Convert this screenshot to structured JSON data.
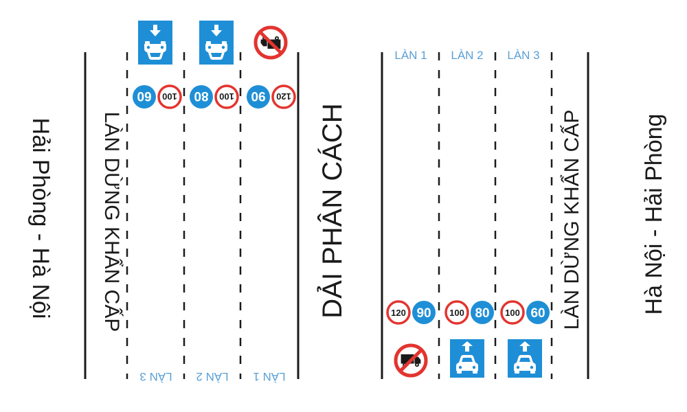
{
  "colors": {
    "line": "#1a1a1a",
    "sign_blue": "#1e8fd6",
    "sign_red": "#e3342f",
    "lane_label": "#5a9fd4"
  },
  "left_direction": {
    "route_label": "Hải Phòng - Hà Nội",
    "shoulder_label": "LÀN DỪNG KHẨN CẤP",
    "lanes": [
      {
        "label": "LÀN 3",
        "min_speed": "60",
        "max_speed": "100",
        "sign": "car-lane-icon"
      },
      {
        "label": "LÀN 2",
        "min_speed": "80",
        "max_speed": "100",
        "sign": "car-lane-icon"
      },
      {
        "label": "LÀN 1",
        "min_speed": "90",
        "max_speed": "120",
        "sign": "no-truck-icon"
      }
    ]
  },
  "median_label": "DẢI PHÂN CÁCH",
  "right_direction": {
    "route_label": "Hà Nội - Hải Phòng",
    "shoulder_label": "LÀN DỪNG KHẨN CẤP",
    "lanes": [
      {
        "label": "LÀN 1",
        "max_speed": "120",
        "min_speed": "90",
        "sign": "no-truck-icon"
      },
      {
        "label": "LÀN 2",
        "max_speed": "100",
        "min_speed": "80",
        "sign": "car-lane-icon"
      },
      {
        "label": "LÀN 3",
        "max_speed": "100",
        "min_speed": "60",
        "sign": "car-lane-icon"
      }
    ]
  }
}
